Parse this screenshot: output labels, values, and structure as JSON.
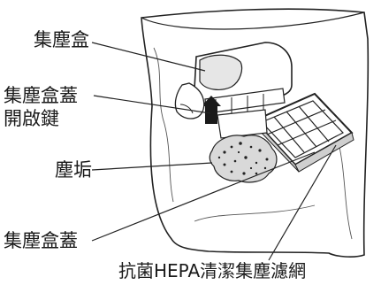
{
  "callouts": {
    "dust_box": "集塵盒",
    "lid_release_line1": "集塵盒蓋",
    "lid_release_line2": "開啟鍵",
    "dirt": "塵垢",
    "dust_box_lid": "集塵盒蓋",
    "hepa_filter": "抗菌HEPA清潔集塵濾網"
  }
}
